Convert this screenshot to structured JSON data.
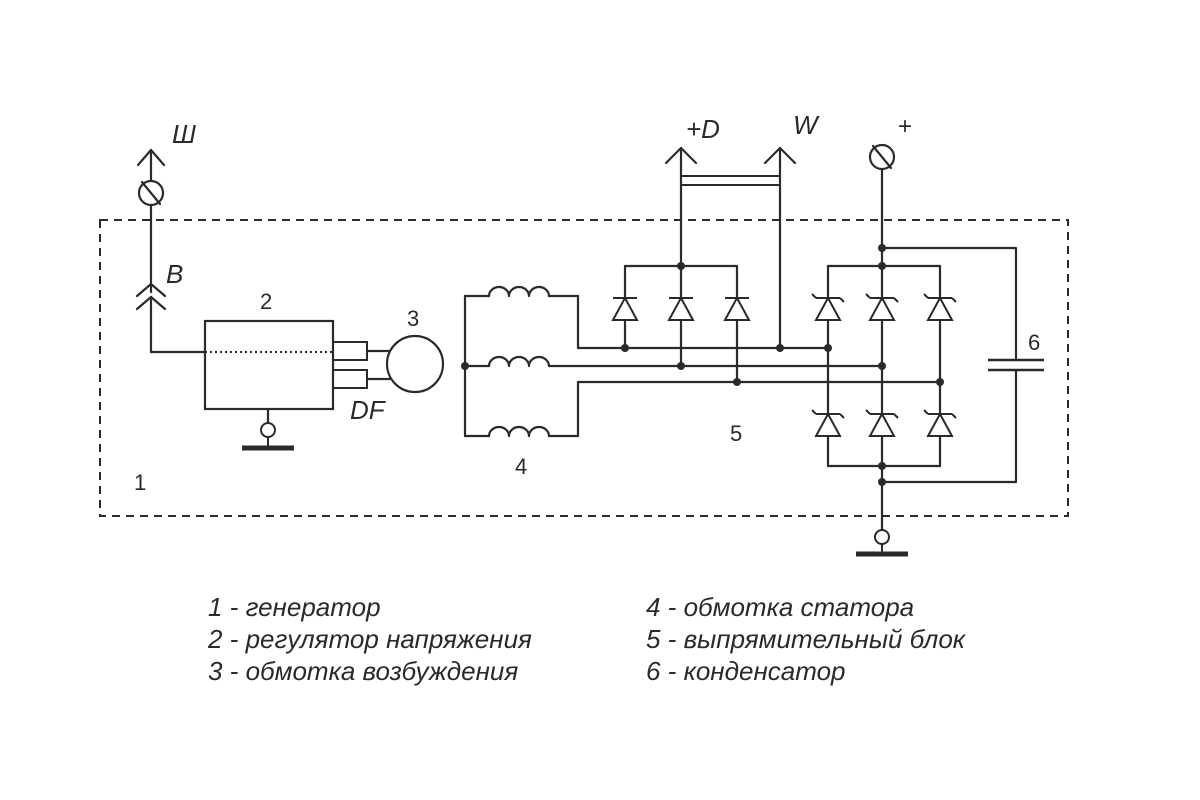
{
  "terminals": {
    "sh": "Ш",
    "b": "B",
    "plus_d": "+D",
    "w": "W",
    "plus": "+",
    "df": "DF"
  },
  "component_numbers": {
    "generator": "1",
    "regulator": "2",
    "field_winding": "3",
    "stator_winding": "4",
    "rectifier": "5",
    "capacitor": "6"
  },
  "legend": {
    "left": [
      "1 - генератор",
      "2 - регулятор напряжения",
      "3 - обмотка возбуждения"
    ],
    "right": [
      "4 - обмотка статора",
      "5 - выпрямительный блок",
      "6 - конденсатор"
    ]
  }
}
